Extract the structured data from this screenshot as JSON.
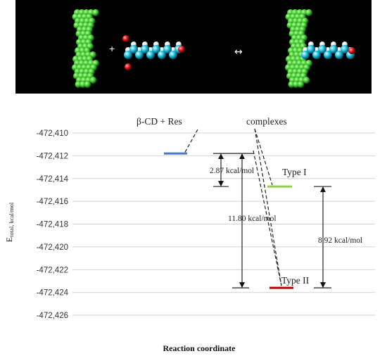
{
  "scene": {
    "plus": "+",
    "arrow": "↔"
  },
  "chart_data": {
    "type": "energy-level diagram",
    "xlabel": "Reaction coordinate",
    "ylabel_main": "E",
    "ylabel_sub": "total, kcal/mol",
    "yticks": [
      "-472,410",
      "-472,412",
      "-472,414",
      "-472,416",
      "-472,418",
      "-472,420",
      "-472,422",
      "-472,424",
      "-472,426"
    ],
    "ylim": [
      -472.426,
      -472.41
    ],
    "grid": true,
    "levels": [
      {
        "name": "β-CD + Res",
        "value": -472.4118,
        "color": "#4a74c4"
      },
      {
        "name": "Type I",
        "value": -472.4147,
        "color": "#92d050"
      },
      {
        "name": "Type II",
        "value": -472.4236,
        "color": "#c00000"
      }
    ],
    "group_labels": {
      "reactants": "β-CD + Res",
      "products": "complexes"
    },
    "energy_gaps": [
      {
        "label": "2.87 kcal/mol",
        "from": -472.4118,
        "to": -472.4147
      },
      {
        "label": "11.80 kcal/mol",
        "from": -472.4118,
        "to": -472.4236
      },
      {
        "label": "8.92 kcal/mol",
        "from": -472.4147,
        "to": -472.4236
      }
    ]
  }
}
